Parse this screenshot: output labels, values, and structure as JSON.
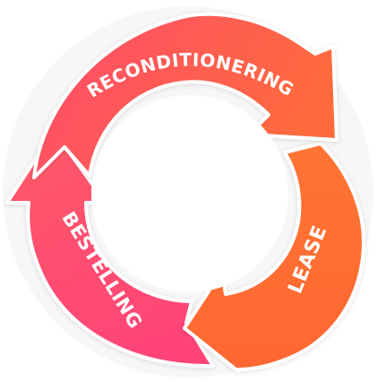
{
  "diagram": {
    "stages": [
      {
        "key": "reconditionering",
        "label": "RECONDITIONERING"
      },
      {
        "key": "lease",
        "label": "LEASE"
      },
      {
        "key": "bestelling",
        "label": "BESTELLING"
      }
    ],
    "colors": {
      "background_disc": "#f7f7f8",
      "border": "#ffffff",
      "reconditionering_start": "#ff4b6e",
      "reconditionering_end": "#ff6a3d",
      "lease": "#ff6a34",
      "lease_light": "#ff7c3a",
      "bestelling_start": "#ff5a66",
      "bestelling_end": "#ff4577",
      "label_text": "#ffffff"
    }
  }
}
